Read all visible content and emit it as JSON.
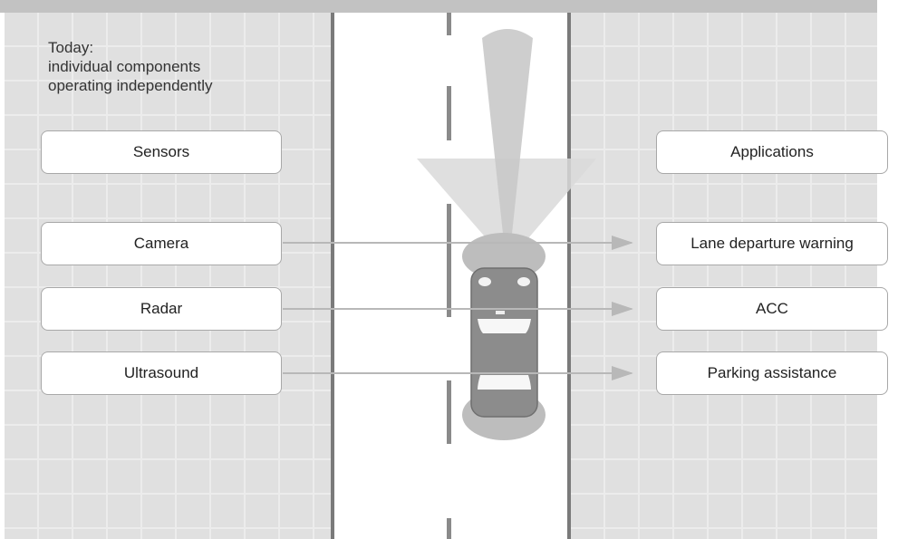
{
  "caption": "Today:\nindividual components\noperating independently",
  "sensors_header": "Sensors",
  "applications_header": "Applications",
  "sensors": [
    "Camera",
    "Radar",
    "Ultrasound"
  ],
  "applications": [
    "Lane departure warning",
    "ACC",
    "Parking assistance"
  ],
  "colors": {
    "background_panel": "#e0e0e0",
    "road": "#ffffff",
    "road_edge": "#7a7a7a",
    "arrow": "#b8b8b8",
    "car_body": "#8c8c8c",
    "sensor_cone": "#d6d6d6"
  }
}
